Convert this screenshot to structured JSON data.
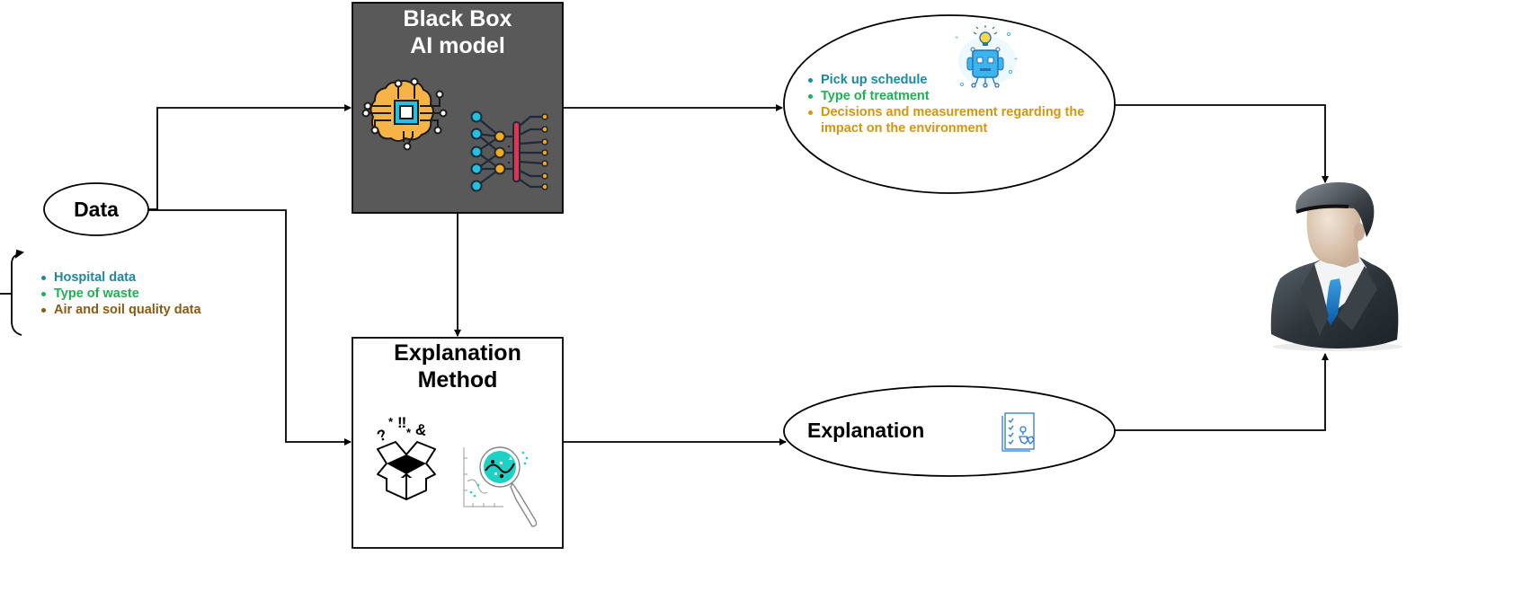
{
  "diagram": {
    "data_node": {
      "label": "Data"
    },
    "data_sources": {
      "items": [
        {
          "text": "Hospital data",
          "color": "#1a8aa0"
        },
        {
          "text": "Type of waste",
          "color": "#1fb152"
        },
        {
          "text": "Air and soil quality data",
          "color": "#8a5a12"
        }
      ]
    },
    "black_box": {
      "title_line1": "Black Box",
      "title_line2": "AI model",
      "fill": "#595959",
      "icons": [
        "brain-chip-icon",
        "neural-network-icon"
      ]
    },
    "explanation_method": {
      "title_line1": "Explanation",
      "title_line2": "Method",
      "icons": [
        "open-box-icon",
        "magnifier-chart-icon"
      ]
    },
    "outputs": {
      "icon": "robot-lightbulb-icon",
      "items": [
        {
          "text": "Pick up schedule",
          "color": "#1a8aa0"
        },
        {
          "text": "Type of treatment",
          "color": "#1fb152"
        },
        {
          "text": "Decisions and measurement regarding the",
          "continuation": "impact on the environment",
          "color": "#d4960f"
        }
      ]
    },
    "explanation_node": {
      "label": "Explanation",
      "icon": "checklist-document-icon"
    },
    "user": {
      "icon": "businessman-avatar-icon"
    },
    "edges": [
      {
        "from": "Data",
        "to": "Black Box AI model"
      },
      {
        "from": "Data",
        "to": "Explanation Method"
      },
      {
        "from": "Black Box AI model",
        "to": "Explanation Method"
      },
      {
        "from": "Black Box AI model",
        "to": "Outputs"
      },
      {
        "from": "Explanation Method",
        "to": "Explanation"
      },
      {
        "from": "Outputs",
        "to": "User"
      },
      {
        "from": "Explanation",
        "to": "User"
      }
    ]
  }
}
